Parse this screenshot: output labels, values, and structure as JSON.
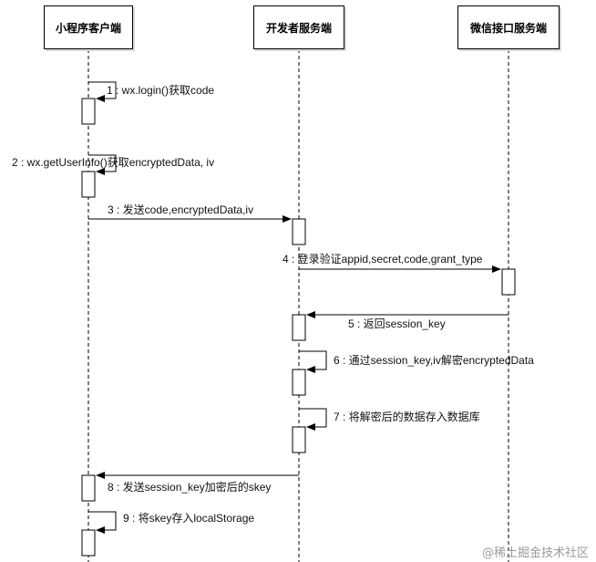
{
  "participants": [
    {
      "id": "client",
      "name": "小程序客户端"
    },
    {
      "id": "server",
      "name": "开发者服务端"
    },
    {
      "id": "wechat",
      "name": "微信接口服务端"
    }
  ],
  "messages": [
    {
      "num": "1",
      "text": "1 : wx.login()获取code",
      "from": "client",
      "to": "client"
    },
    {
      "num": "2",
      "text": "2 : wx.getUserInfo()获取encryptedData, iv",
      "from": "client",
      "to": "client"
    },
    {
      "num": "3",
      "text": "3 : 发送code,encryptedData,iv",
      "from": "client",
      "to": "server"
    },
    {
      "num": "4",
      "text": "4 : 登录验证appid,secret,code,grant_type",
      "from": "server",
      "to": "wechat"
    },
    {
      "num": "5",
      "text": "5 : 返回session_key",
      "from": "wechat",
      "to": "server"
    },
    {
      "num": "6",
      "text": "6 : 通过session_key,iv解密encryptedData",
      "from": "server",
      "to": "server"
    },
    {
      "num": "7",
      "text": "7 : 将解密后的数据存入数据库",
      "from": "server",
      "to": "server"
    },
    {
      "num": "8",
      "text": "8 : 发送session_key加密后的skey",
      "from": "server",
      "to": "client"
    },
    {
      "num": "9",
      "text": "9 : 将skey存入localStorage",
      "from": "client",
      "to": "client"
    }
  ],
  "watermark": "@稀土掘金技术社区"
}
